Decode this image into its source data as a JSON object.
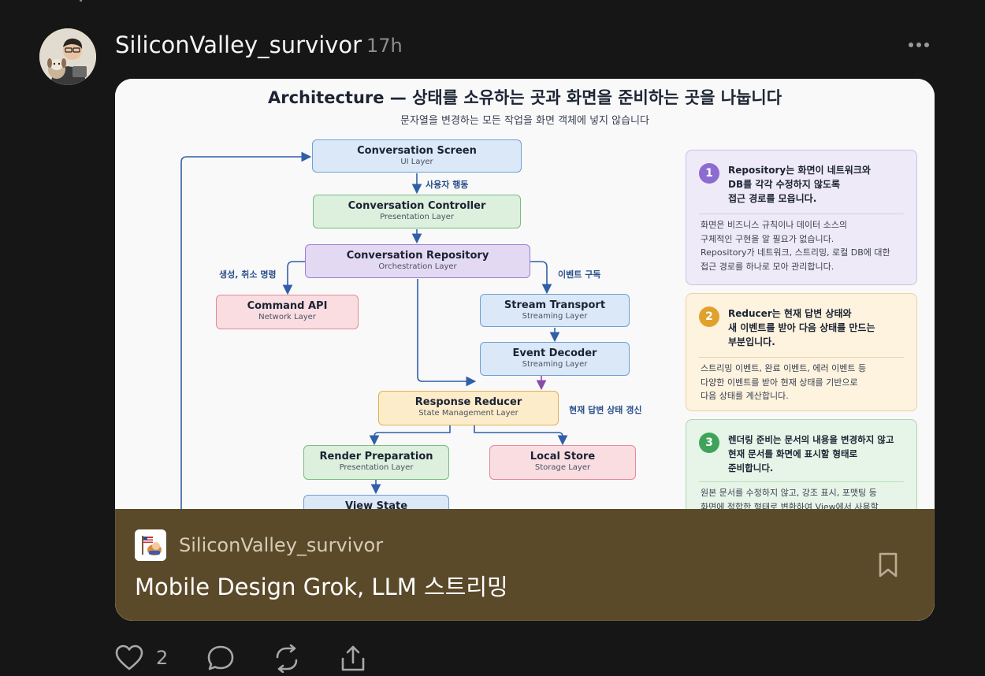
{
  "post": {
    "username": "SiliconValley_survivor",
    "time": "17h",
    "likes": "2"
  },
  "diagram": {
    "title": "Architecture — 상태를 소유하는 곳과 화면을 준비하는 곳을 나눕니다",
    "subtitle": "문자열을 변경하는 모든 작업을 화면 객체에 넣지 않습니다",
    "nodes": {
      "screen": {
        "title": "Conversation Screen",
        "sub": "UI Layer"
      },
      "controller": {
        "title": "Conversation Controller",
        "sub": "Presentation Layer"
      },
      "repository": {
        "title": "Conversation Repository",
        "sub": "Orchestration Layer"
      },
      "command": {
        "title": "Command API",
        "sub": "Network Layer"
      },
      "stream": {
        "title": "Stream Transport",
        "sub": "Streaming Layer"
      },
      "decoder": {
        "title": "Event Decoder",
        "sub": "Streaming Layer"
      },
      "reducer": {
        "title": "Response Reducer",
        "sub": "State Management Layer"
      },
      "render": {
        "title": "Render Preparation",
        "sub": "Presentation Layer"
      },
      "store": {
        "title": "Local Store",
        "sub": "Storage Layer"
      },
      "viewstate": {
        "title": "View State",
        "sub": ""
      }
    },
    "edge_labels": {
      "user_action": "사용자 행동",
      "create_cancel": "생성, 취소 명령",
      "event_subscribe": "이벤트 구독",
      "update_state": "현재 답변 상태 갱신"
    },
    "panels": [
      {
        "number": "1",
        "heading": [
          "Repository는 화면이 네트워크와",
          "DB를 각각 수정하지 않도록",
          "접근 경로를 모읍니다."
        ],
        "body": [
          "화면은 비즈니스 규칙이나 데이터 소스의",
          "구체적인 구현을 알 필요가 없습니다.",
          "Repository가 네트워크, 스트리밍, 로컬 DB에 대한",
          "접근 경로를 하나로 모아 관리합니다."
        ]
      },
      {
        "number": "2",
        "heading": [
          "Reducer는 현재 답변 상태와",
          "새 이벤트를 받아 다음 상태를 만드는",
          "부분입니다."
        ],
        "body": [
          "스트리밍 이벤트, 완료 이벤트, 에러 이벤트 등",
          "다양한 이벤트를 받아 현재 상태를 기반으로",
          "다음 상태를 계산합니다."
        ]
      },
      {
        "number": "3",
        "heading": [
          "렌더링 준비는 문서의 내용을 변경하지 않고",
          "현재 문서를 화면에 표시할 형태로",
          "준비합니다."
        ],
        "body": [
          "원본 문서를 수정하지 않고, 강조 표시, 포맷팅 등",
          "화면에 적합한 형태로 변환하여 View에서 사용할"
        ]
      }
    ]
  },
  "link_card": {
    "source": "SiliconValley_survivor",
    "title": "Mobile Design Grok, LLM 스트리밍"
  },
  "colors": {
    "background": "#161616",
    "footer": "#5a4a2a",
    "arrow": "#2f5fa8",
    "purple_arrow": "#8b4aa8"
  }
}
